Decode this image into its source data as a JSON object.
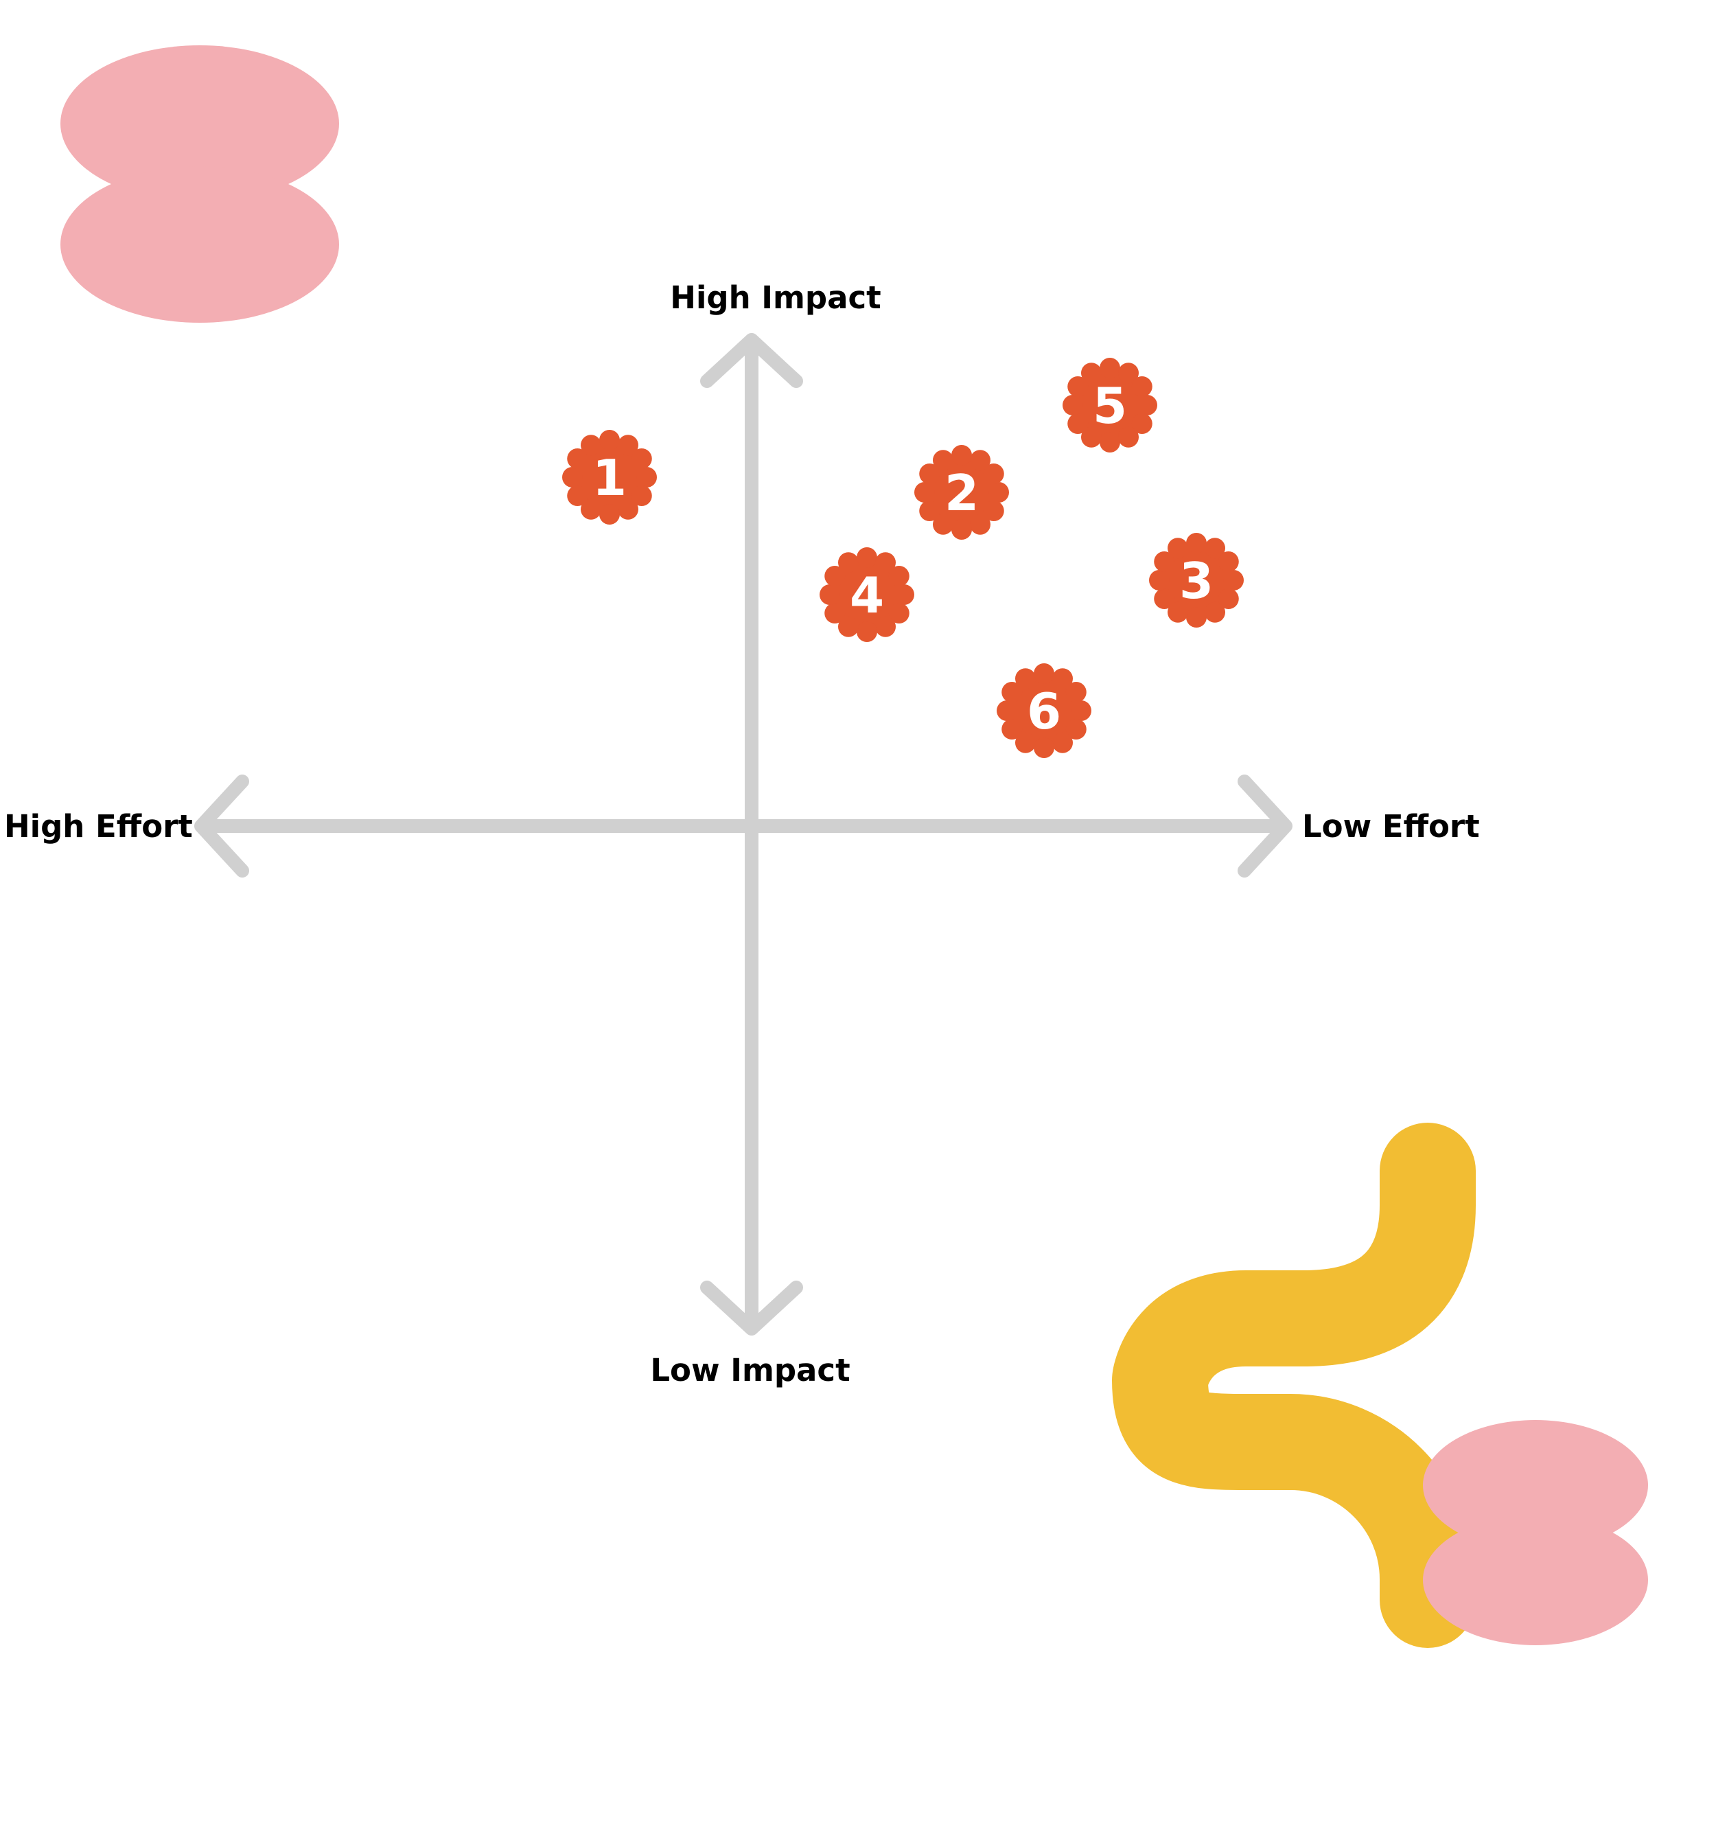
{
  "axes": {
    "top_label": "High Impact",
    "bottom_label": "Low Impact",
    "left_label": "High Effort",
    "right_label": "Low Effort"
  },
  "colors": {
    "axis": "#d0d0d0",
    "marker": "#e4572e",
    "marker_text": "#ffffff",
    "pink": "#f3aeb3",
    "yellow": "#f2bd33"
  },
  "icons": [
    "flower-marker-icon",
    "pink-blob-icon",
    "yellow-squiggle-icon"
  ],
  "markers": [
    {
      "label": "1"
    },
    {
      "label": "2"
    },
    {
      "label": "3"
    },
    {
      "label": "4"
    },
    {
      "label": "5"
    },
    {
      "label": "6"
    }
  ]
}
